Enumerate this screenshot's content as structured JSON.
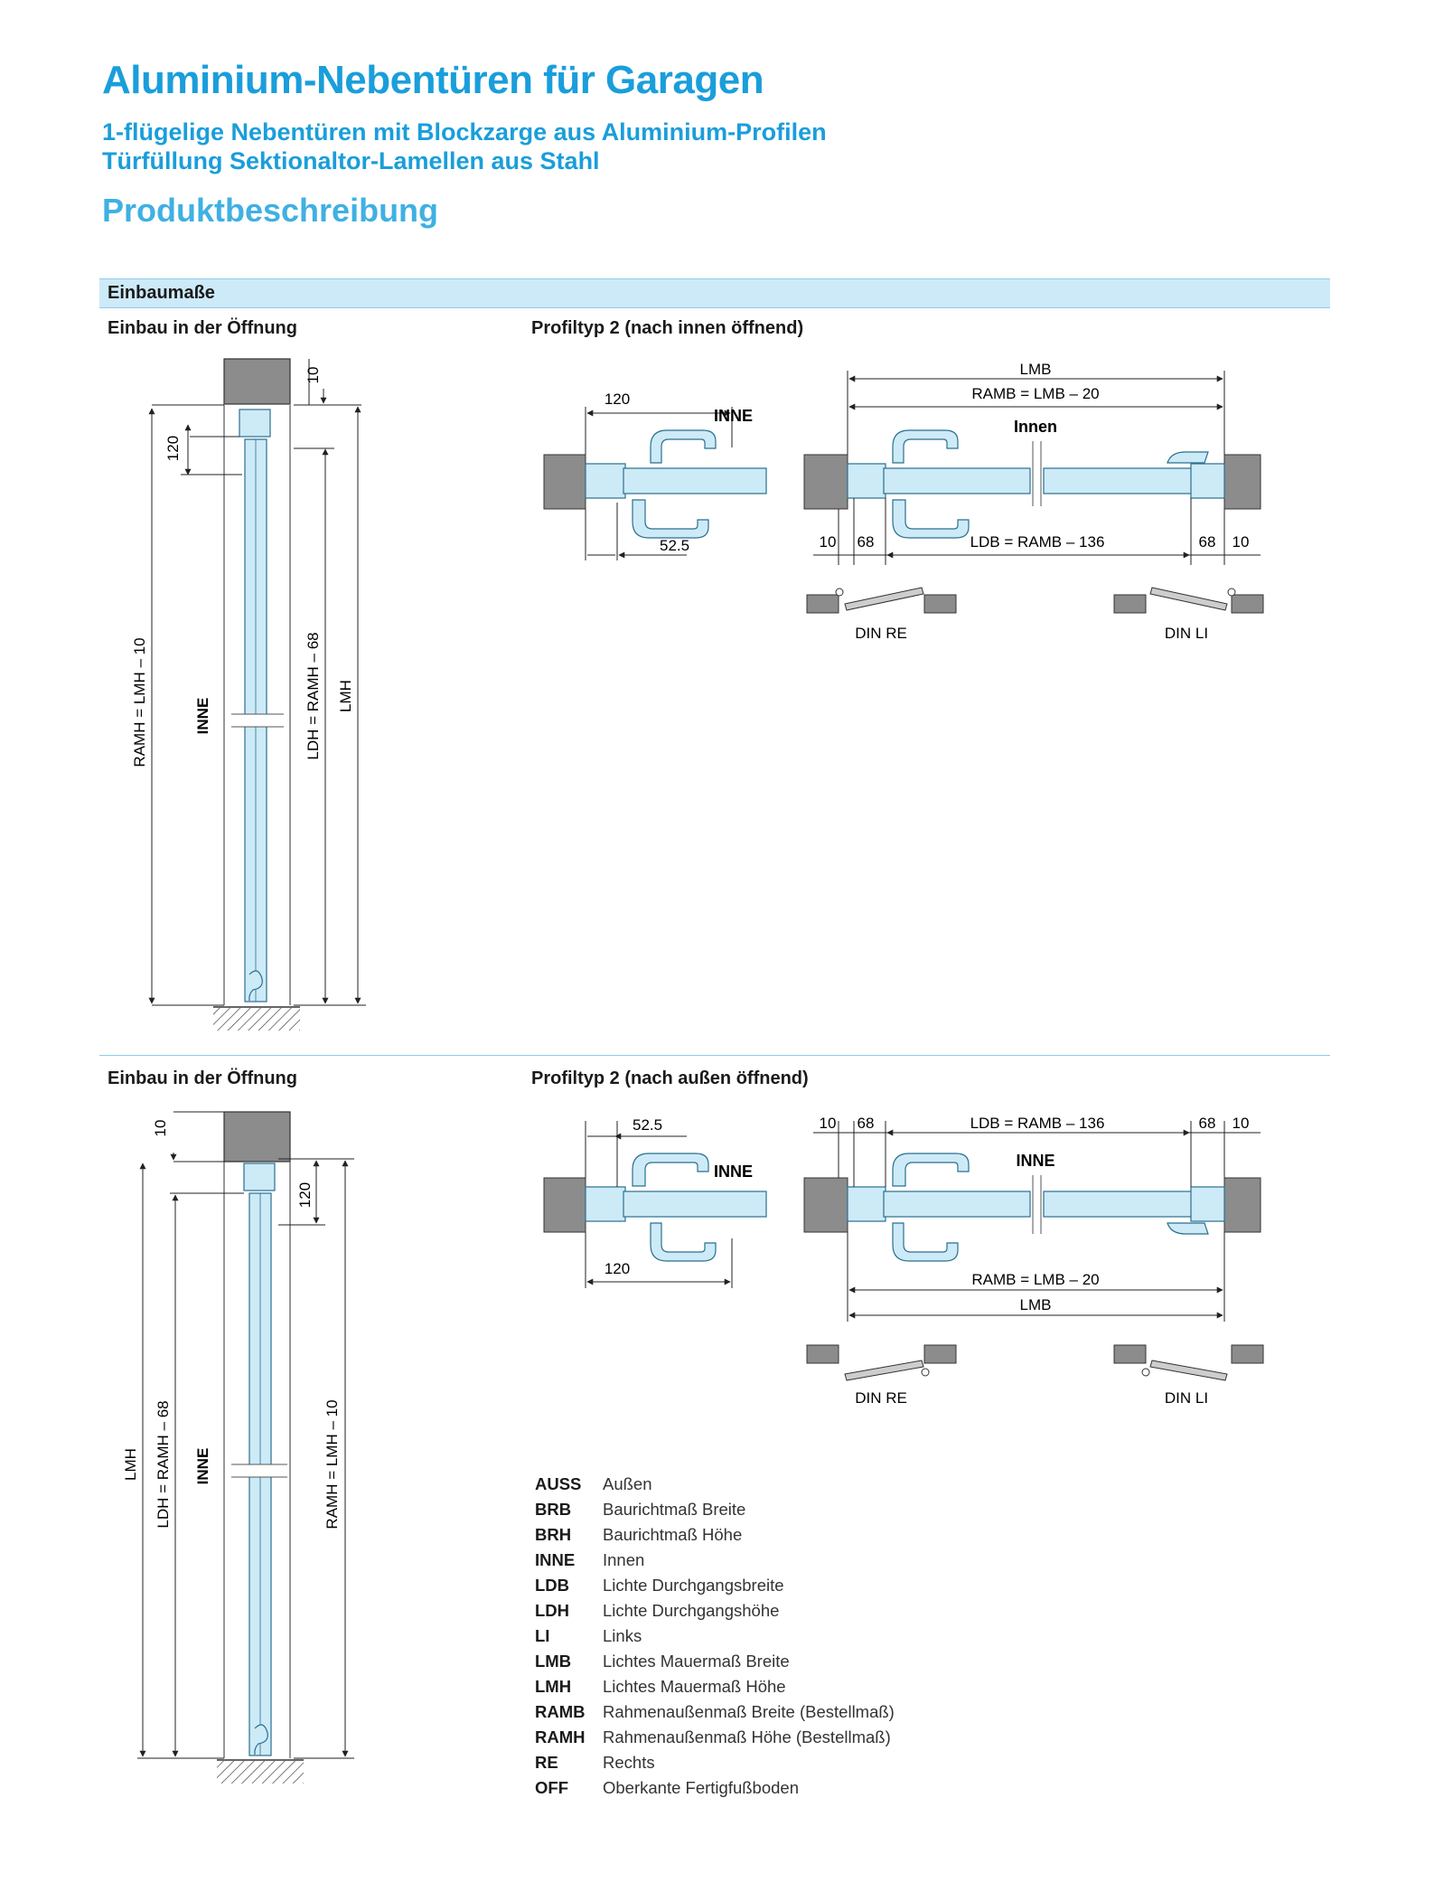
{
  "header": {
    "title": "Aluminium-Nebentüren für Garagen",
    "subtitle_1": "1-flügelige Nebentüren mit Blockzarge aus Aluminium-Profilen",
    "subtitle_2": "Türfüllung Sektionaltor-Lamellen aus Stahl",
    "section": "Produktbeschreibung"
  },
  "bar_label": "Einbaumaße",
  "top": {
    "left_heading": "Einbau in der Öffnung",
    "right_heading": "Profiltyp 2 (nach innen öffnend)",
    "vertical": {
      "dim_10": "10",
      "dim_120": "120",
      "ramh": "RAMH = LMH – 10",
      "inne": "INNE",
      "ldh": "LDH = RAMH – 68",
      "lmh": "LMH"
    },
    "section_small": {
      "dim_120": "120",
      "inne": "INNE",
      "dim_52": "52.5"
    },
    "section_full": {
      "lmb": "LMB",
      "ramb": "RAMB = LMB – 20",
      "innen": "Innen",
      "d10a": "10",
      "d68a": "68",
      "ldb": "LDB = RAMB – 136",
      "d68b": "68",
      "d10b": "10"
    },
    "din_re": "DIN RE",
    "din_li": "DIN LI"
  },
  "bottom": {
    "left_heading": "Einbau in der Öffnung",
    "right_heading": "Profiltyp 2 (nach außen öffnend)",
    "vertical": {
      "dim_10": "10",
      "dim_120": "120",
      "lmh": "LMH",
      "ldh": "LDH = RAMH – 68",
      "inne": "INNE",
      "ramh": "RAMH = LMH – 10"
    },
    "section_small": {
      "dim_52": "52.5",
      "inne": "INNE",
      "dim_120": "120"
    },
    "section_full": {
      "d10a": "10",
      "d68a": "68",
      "ldb": "LDB = RAMB – 136",
      "d68b": "68",
      "d10b": "10",
      "inne": "INNE",
      "ramb": "RAMB = LMB – 20",
      "lmb": "LMB"
    },
    "din_re": "DIN RE",
    "din_li": "DIN LI"
  },
  "legend": [
    {
      "key": "AUSS",
      "value": "Außen"
    },
    {
      "key": "BRB",
      "value": "Baurichtmaß Breite"
    },
    {
      "key": "BRH",
      "value": "Baurichtmaß Höhe"
    },
    {
      "key": "INNE",
      "value": "Innen"
    },
    {
      "key": "LDB",
      "value": "Lichte Durchgangsbreite"
    },
    {
      "key": "LDH",
      "value": "Lichte Durchgangshöhe"
    },
    {
      "key": "LI",
      "value": "Links"
    },
    {
      "key": "LMB",
      "value": "Lichtes Mauermaß Breite"
    },
    {
      "key": "LMH",
      "value": "Lichtes Mauermaß Höhe"
    },
    {
      "key": "RAMB",
      "value": "Rahmenaußenmaß Breite (Bestellmaß)"
    },
    {
      "key": "RAMH",
      "value": "Rahmenaußenmaß Höhe (Bestellmaß)"
    },
    {
      "key": "RE",
      "value": "Rechts"
    },
    {
      "key": "OFF",
      "value": "Oberkante Fertigfußboden"
    }
  ],
  "colors": {
    "accent": "#1a9edb",
    "profile": "#cdeaf7",
    "wall": "#8c8c8c"
  }
}
